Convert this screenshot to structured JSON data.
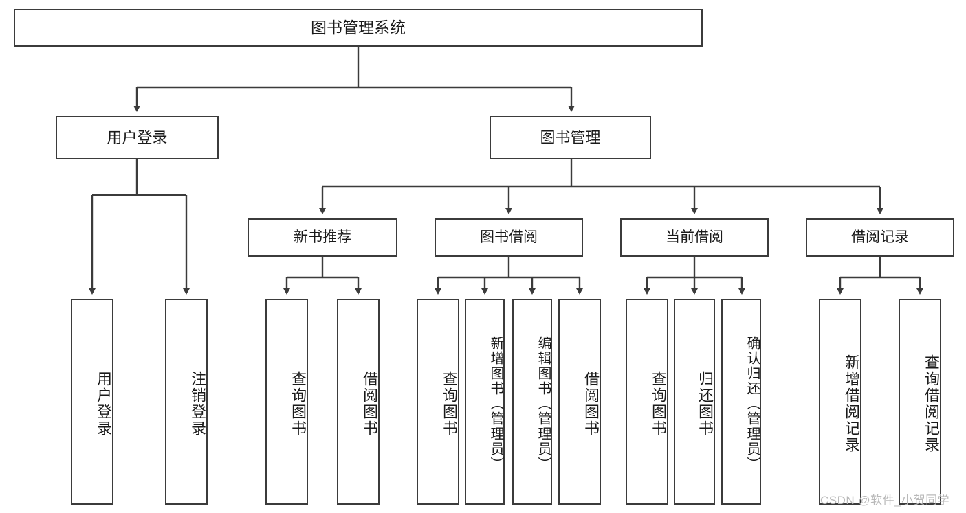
{
  "diagram": {
    "title": "图书管理系统",
    "type": "tree-hierarchy",
    "root": {
      "label": "图书管理系统"
    },
    "level2": [
      {
        "label": "用户登录"
      },
      {
        "label": "图书管理"
      }
    ],
    "level3": [
      {
        "label": "新书推荐"
      },
      {
        "label": "图书借阅"
      },
      {
        "label": "当前借阅"
      },
      {
        "label": "借阅记录"
      }
    ],
    "leaves": {
      "user_login": [
        {
          "label": "用户登录"
        },
        {
          "label": "注销登录"
        }
      ],
      "new_book_recommend": [
        {
          "label": "查询图书"
        },
        {
          "label": "借阅图书"
        }
      ],
      "book_borrow": [
        {
          "label": "查询图书"
        },
        {
          "label": "新增图书（管理员）"
        },
        {
          "label": "编辑图书（管理员）"
        },
        {
          "label": "借阅图书"
        }
      ],
      "current_borrow": [
        {
          "label": "查询图书"
        },
        {
          "label": "归还图书"
        },
        {
          "label": "确认归还（管理员）"
        }
      ],
      "borrow_record": [
        {
          "label": "新增借阅记录"
        },
        {
          "label": "查询借阅记录"
        }
      ]
    }
  },
  "watermark": {
    "text": "CSDN @软件_小贺同学"
  },
  "colors": {
    "stroke": "#3b3b3b",
    "background": "#ffffff",
    "text": "#1a1a1a",
    "watermark": "#b9b9b9"
  }
}
